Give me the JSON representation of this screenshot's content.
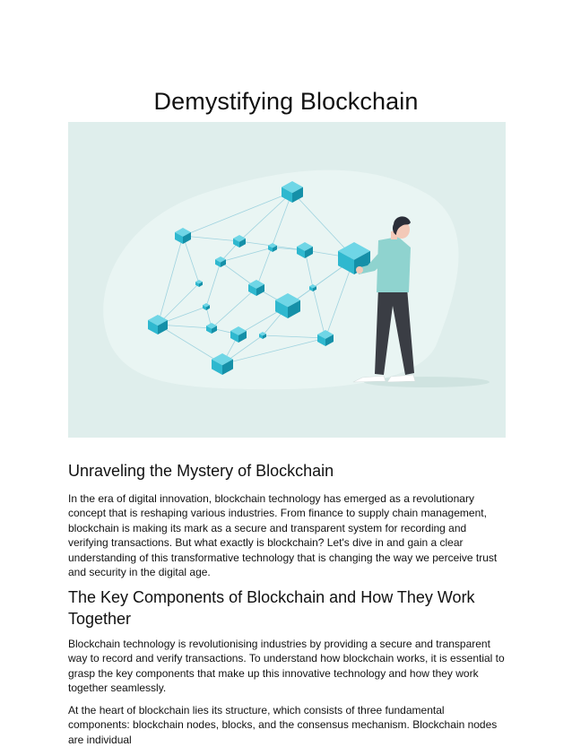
{
  "document": {
    "title": "Demystifying Blockchain",
    "sections": [
      {
        "heading": "Unraveling the Mystery of Blockchain",
        "paragraphs": [
          "In the era of digital innovation, blockchain technology has emerged as a revolutionary concept that is reshaping various industries. From finance to supply chain management, blockchain is making its mark as a secure and transparent system for recording and verifying transactions. But what exactly is blockchain? Let's dive in and gain a clear understanding of this transformative technology that is changing the way we perceive trust and security in the digital age."
        ]
      },
      {
        "heading": "The Key Components of Blockchain and How They Work Together",
        "paragraphs": [
          "Blockchain technology is revolutionising industries by providing a secure and transparent way to record and verify transactions. To understand how blockchain works, it is essential to grasp the key components that make up this innovative technology and how they work together seamlessly.",
          "At the heart of blockchain lies its structure, which consists of three fundamental components: blockchain nodes, blocks, and the consensus mechanism. Blockchain nodes are individual"
        ]
      }
    ]
  },
  "colors": {
    "hero_background": "#dfeeec",
    "hero_blob": "#e9f5f3",
    "cube_top": "#6fd6e6",
    "cube_left": "#2fb8cf",
    "cube_right": "#1590a8",
    "network_line": "#9fd3df",
    "person_shirt": "#8fd3cf",
    "person_pants": "#3a3d44",
    "person_hair": "#2b2e38"
  }
}
